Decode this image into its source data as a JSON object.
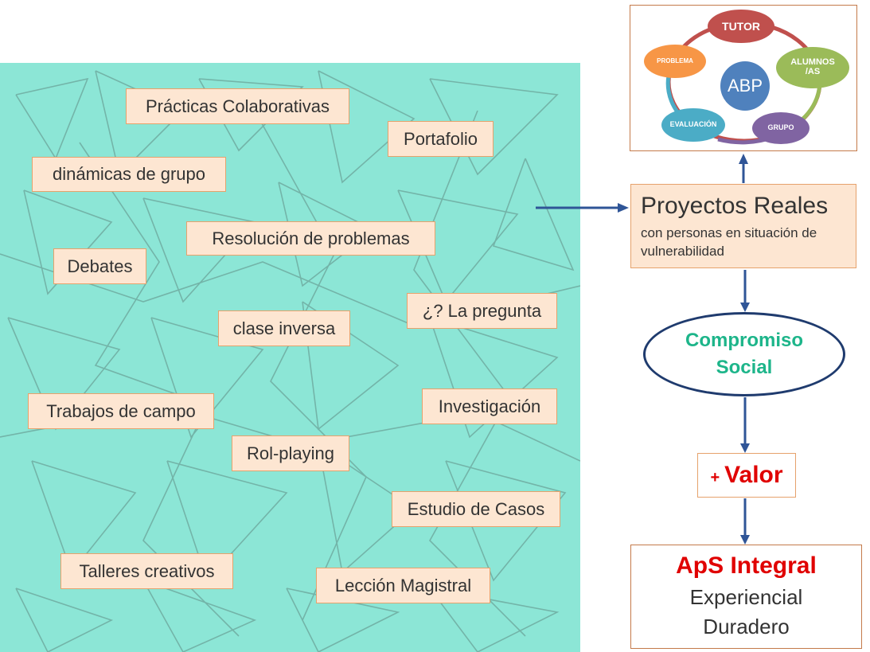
{
  "methods": [
    "Prácticas Colaborativas",
    "Portafolio",
    "dinámicas de grupo",
    "Resolución de problemas",
    "Debates",
    "¿? La pregunta",
    "clase inversa",
    "Investigación",
    "Trabajos de campo",
    "Rol-playing",
    "Estudio de Casos",
    "Talleres creativos",
    "Lección Magistral"
  ],
  "abp_cycle": {
    "center": "ABP",
    "nodes": [
      "TUTOR",
      "ALUMNOS /AS",
      "GRUPO",
      "EVALUACIÓN",
      "PROBLEMA"
    ],
    "node_colors": [
      "#c0504d",
      "#9bbb59",
      "#8064a2",
      "#4bacc6",
      "#f79646"
    ],
    "center_color": "#4f81bd"
  },
  "reales": {
    "title": "Proyectos Reales",
    "subtitle": "con personas en situación de vulnerabilidad"
  },
  "compromiso": {
    "line1": "Compromiso",
    "line2": "Social"
  },
  "valor": {
    "plus": "+",
    "word": "Valor"
  },
  "aps": {
    "title": "ApS Integral",
    "line1": "Experiencial",
    "line2": "Duradero"
  },
  "colors": {
    "canvas": "#8ce6d6",
    "tag_fill": "#fde6d2",
    "tag_border": "#e6a26c",
    "arrow": "#2f5597",
    "red": "#e00000",
    "green": "#1db58a"
  }
}
